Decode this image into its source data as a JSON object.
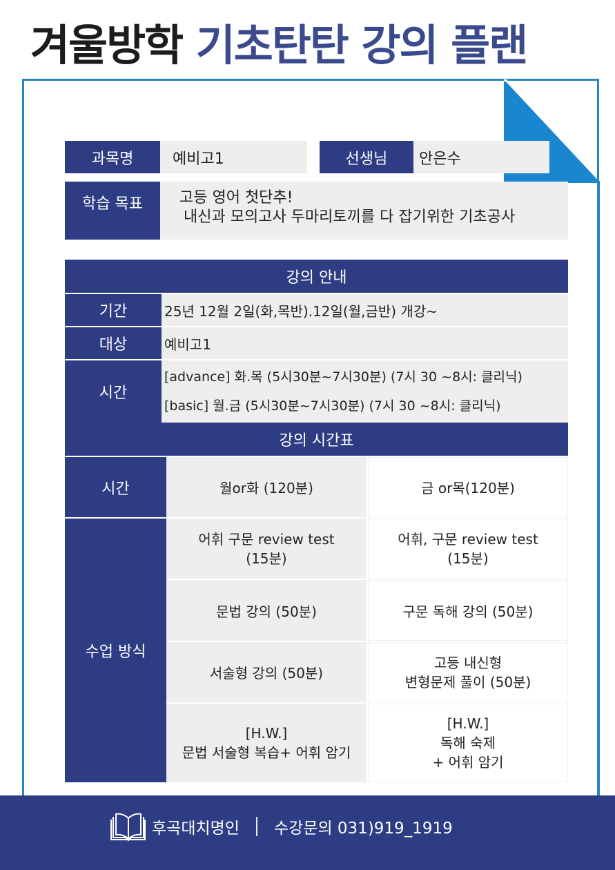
{
  "header": {
    "title_part1": "겨울방학",
    "title_part2": "기초탄탄 강의 플랜"
  },
  "info": {
    "subject_label": "과목명",
    "subject_value": "예비고1",
    "teacher_label": "선생님",
    "teacher_value": "안은수",
    "goal_label": "학습 목표",
    "goal_line1": "고등 영어 첫단추!",
    "goal_line2": "내신과 모의고사 두마리토끼를 다 잡기위한 기초공사"
  },
  "course_info": {
    "header": "강의 안내",
    "rows": [
      {
        "label": "기간",
        "value": "25년 12월 2일(화,목반).12일(월,금반) 개강~"
      },
      {
        "label": "대상",
        "value": "예비고1"
      },
      {
        "label": "시간",
        "lines": [
          "[advance] 화.목 (5시30분~7시30분) (7시 30 ~8시: 클리닉)",
          "[basic] 월.금 (5시30분~7시30분) (7시 30 ~8시: 클리닉)"
        ]
      }
    ]
  },
  "timetable": {
    "header": "강의 시간표",
    "time_label": "시간",
    "col1_header": "월or화 (120분)",
    "col2_header": "금 or목(120분)",
    "method_label": "수업 방식",
    "rows": [
      {
        "col1": [
          "어휘 구문 review test",
          "(15분)"
        ],
        "col2": [
          "어휘, 구문 review test",
          "(15분)"
        ]
      },
      {
        "col1": [
          "문법 강의 (50분)"
        ],
        "col2": [
          "구문 독해 강의 (50분)"
        ]
      },
      {
        "col1": [
          "서술형 강의 (50분)"
        ],
        "col2": [
          "고등 내신형",
          "변형문제 풀이 (50분)"
        ]
      },
      {
        "col1": [
          "[H.W.]",
          "문법 서술형 복습+ 어휘 암기"
        ],
        "col2": [
          "[H.W.]",
          "독해 숙제",
          "+ 어휘 암기"
        ]
      }
    ]
  },
  "footer": {
    "icon": "open-book-icon",
    "academy": "후곡대치명인",
    "contact": "수강문의 031)919_1919"
  },
  "colors": {
    "navy": "#2e3c84",
    "title_blue": "#3b4a8c",
    "frame_blue": "#2a84c3",
    "fold_blue": "#1a86cf",
    "cell_gray": "#eeeeee"
  }
}
